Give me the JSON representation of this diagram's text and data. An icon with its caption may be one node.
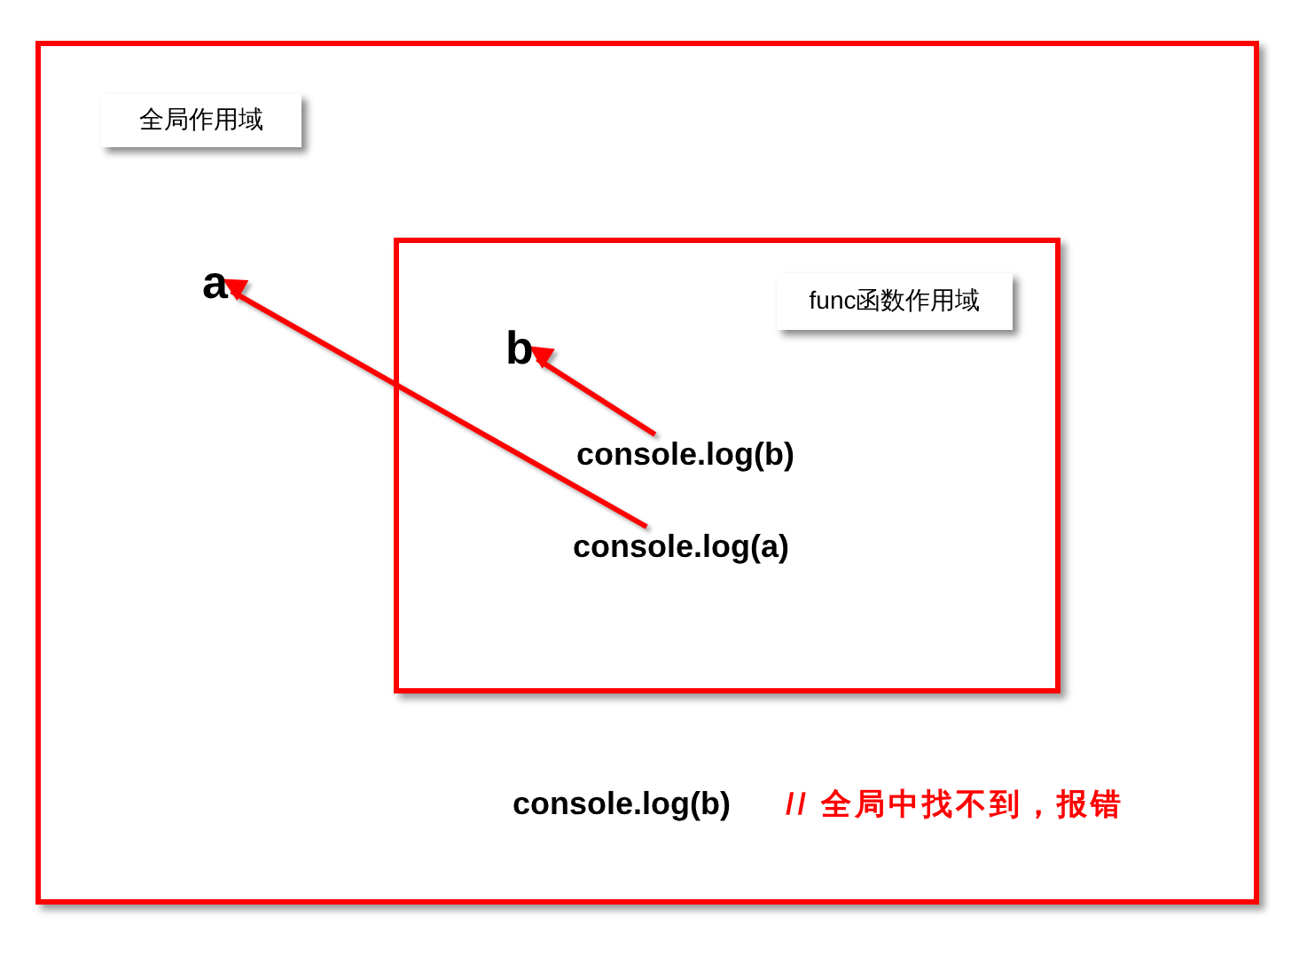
{
  "diagram": {
    "nodes": [
      {
        "text": [],
        "shape": "box"
      },
      {
        "text": [
          "全局作用域"
        ],
        "in": 0
      },
      {
        "text": [],
        "shape": "box",
        "in": 0
      },
      {
        "text": [
          "func函数作用域"
        ],
        "in": 2
      },
      {
        "text": [
          "a"
        ],
        "in": 0
      },
      {
        "text": [
          "b"
        ],
        "in": 2
      },
      {
        "text": [
          "console.log(b)"
        ],
        "in": 2
      },
      {
        "text": [
          "console.log(a)"
        ],
        "in": 2
      }
    ],
    "edges": [
      {
        "from": 6,
        "to": 5,
        "arrow": "to"
      },
      {
        "from": 7,
        "to": 4,
        "arrow": "to"
      }
    ],
    "labels": [
      "console.log(b)",
      "// 全局中找不到，报错"
    ]
  }
}
